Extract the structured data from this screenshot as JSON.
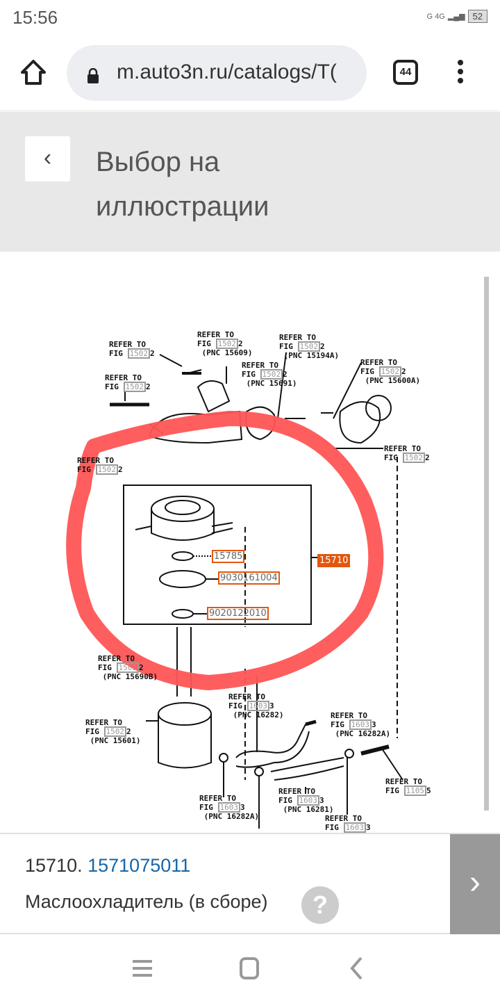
{
  "status": {
    "time": "15:56",
    "signal": "G 4G",
    "battery": "52"
  },
  "browser": {
    "url": "m.auto3n.ru/catalogs/T(",
    "tab_count": "44"
  },
  "header": {
    "back": "‹",
    "title": "Выбор на иллюстрации"
  },
  "diagram": {
    "refer": "REFER TO",
    "fig": "FIG",
    "refs": [
      {
        "fig": "1502",
        "tail": "2",
        "pnc": ""
      },
      {
        "fig": "1502",
        "tail": "2",
        "pnc": "(PNC 15609)"
      },
      {
        "fig": "1502",
        "tail": "2",
        "pnc": "(PNC 15194A)"
      },
      {
        "fig": "1502",
        "tail": "2",
        "pnc": "(PNC 15691)"
      },
      {
        "fig": "1502",
        "tail": "2",
        "pnc": "(PNC 15600A)"
      },
      {
        "fig": "1502",
        "tail": "2",
        "pnc": ""
      },
      {
        "fig": "1502",
        "tail": "2",
        "pnc": ""
      },
      {
        "fig": "1502",
        "tail": "2",
        "pnc": ""
      },
      {
        "fig": "1502",
        "tail": "2",
        "pnc": "(PNC 15690B)"
      },
      {
        "fig": "1502",
        "tail": "2",
        "pnc": "(PNC 15601)"
      },
      {
        "fig": "1603",
        "tail": "3",
        "pnc": "(PNC 16282)"
      },
      {
        "fig": "1603",
        "tail": "3",
        "pnc": "(PNC 16282A)"
      },
      {
        "fig": "1105",
        "tail": "5",
        "pnc": ""
      },
      {
        "fig": "1603",
        "tail": "3",
        "pnc": "(PNC 16282A)"
      },
      {
        "fig": "1603",
        "tail": "3",
        "pnc": "(PNC 16281)"
      },
      {
        "fig": "1603",
        "tail": "3",
        "pnc": ""
      }
    ],
    "parts": [
      {
        "code": "15785",
        "selected": false
      },
      {
        "code": "9030161004",
        "selected": false
      },
      {
        "code": "9020122010",
        "selected": false
      },
      {
        "code": "15710",
        "selected": true
      }
    ],
    "highlight_color": "#ff5555",
    "part_color": "#e3560e"
  },
  "part_info": {
    "pnc": "15710.",
    "number": "1571075011",
    "name": "Маслоохладитель (в сборе)",
    "help": "?",
    "next": "›"
  },
  "navbar": {
    "recents": "≡",
    "home": "○",
    "back": "‹"
  }
}
